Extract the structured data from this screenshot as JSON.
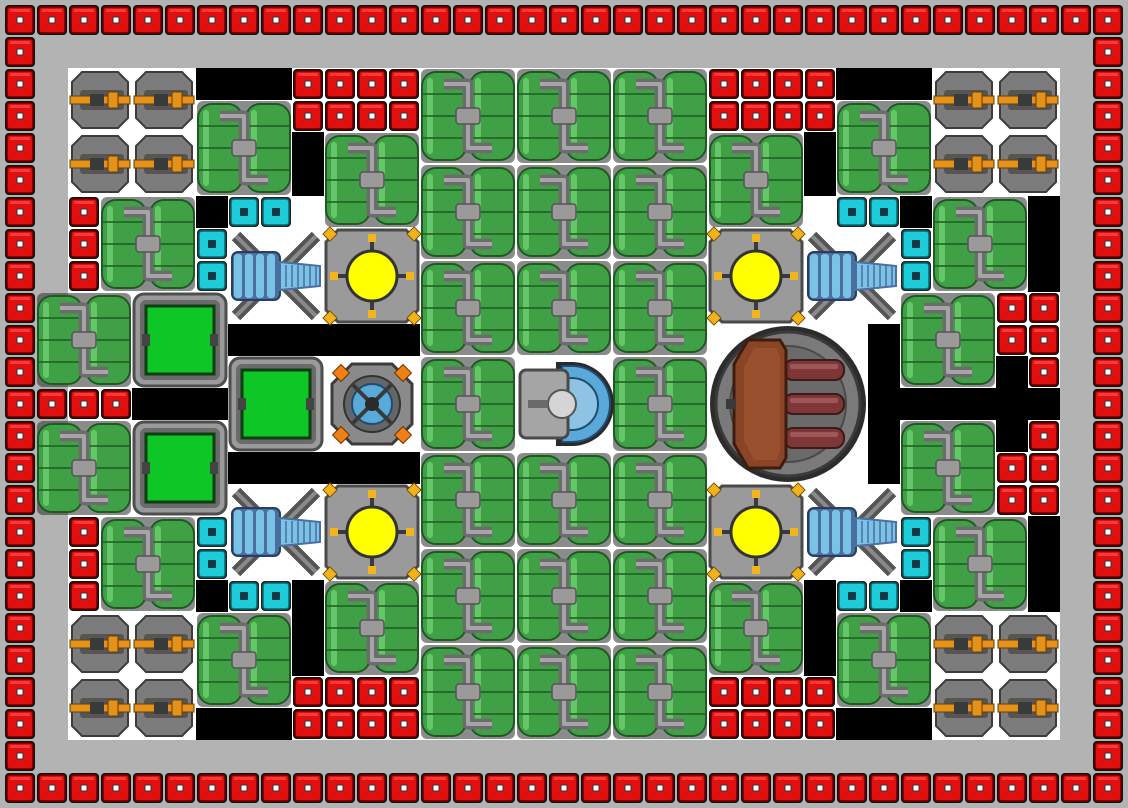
{
  "screen": {
    "view": "ship-blueprint"
  },
  "colors": {
    "background": "#000000",
    "frame": "#b3b3b3",
    "interior": "#ffffff",
    "armor": "#e01010",
    "armor_light": "#ff4a4a",
    "armor_dark": "#6a0000",
    "tank": "#3fa046",
    "tank_light": "#6fd072",
    "tank_dark": "#1f5a23",
    "pipe": "#6c6c6c",
    "pipe_light": "#a5a5a5",
    "plate": "#9a9a9a",
    "reactor": "#ffff00",
    "reactor_marker": "#f2b31b",
    "cryo": "#1ecbd8",
    "engine": "#7ac3e6",
    "engine_dark": "#4a6fa0",
    "gun": "#e5921c",
    "cargo": "#0ec625",
    "turret": "#8a4426",
    "turret_barrel": "#7e3636",
    "core_orange": "#ef7f17",
    "core_blue": "#59a9d9"
  },
  "components": {
    "hull_frame": {
      "name": "hull-frame-border"
    },
    "armor": {
      "name": "armor-block"
    },
    "fuel_tank": {
      "name": "fuel-tank"
    },
    "reactor": {
      "name": "reactor"
    },
    "thruster": {
      "name": "thruster"
    },
    "cannon": {
      "name": "cannon"
    },
    "coolant_node": {
      "name": "coolant-node"
    },
    "cargo_bay": {
      "name": "cargo-bay"
    },
    "shield_core": {
      "name": "shield-core"
    },
    "command_module": {
      "name": "command-module"
    },
    "main_turret": {
      "name": "main-turret"
    }
  }
}
